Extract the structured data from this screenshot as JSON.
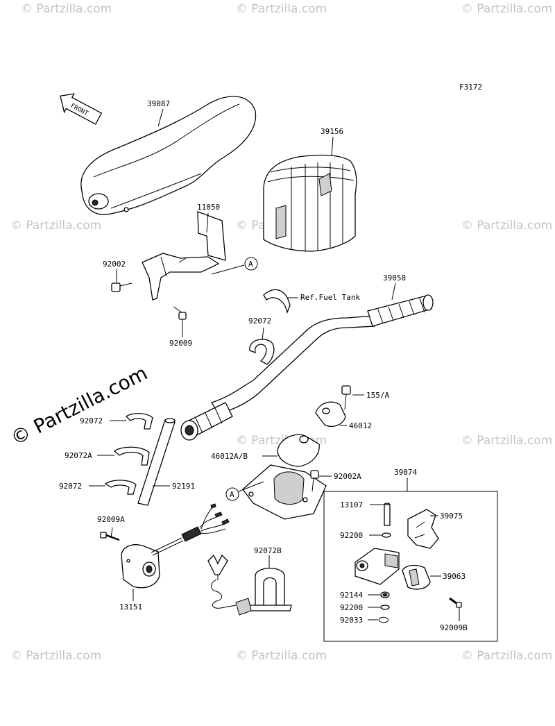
{
  "figure_code": "F3172",
  "front_label": "FRONT",
  "parts": {
    "p39087": "39087",
    "p39156": "39156",
    "p11050": "11050",
    "p92002": "92002",
    "p92009": "92009",
    "ref_fuel_tank": "Ref.Fuel Tank",
    "p39058": "39058",
    "p92072_upper": "92072",
    "p155a": "155/A",
    "p46012": "46012",
    "p46012ab": "46012A/B",
    "p92072_left": "92072",
    "p92072a": "92072A",
    "p92072_lower": "92072",
    "p92191": "92191",
    "p92002a": "92002A",
    "p39074": "39074",
    "p92009a": "92009A",
    "p13107": "13107",
    "p39075": "39075",
    "p92200_upper": "92200",
    "p92072b": "92072B",
    "p39063": "39063",
    "p92144": "92144",
    "p92200_lower": "92200",
    "p92033": "92033",
    "p92009b": "92009B",
    "p13151": "13151"
  },
  "callouts": {
    "a_upper": "A",
    "a_lower": "A"
  },
  "watermark": {
    "site": "© Partzilla.com",
    "brand": "© Partzilla.com"
  }
}
